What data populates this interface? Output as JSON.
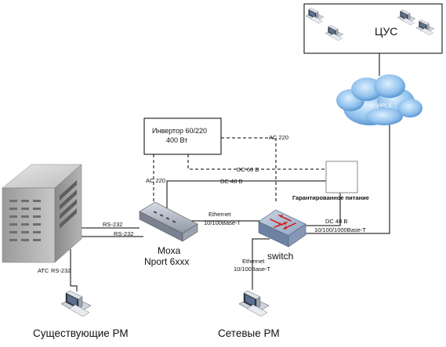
{
  "center": {
    "title": "ЦУС"
  },
  "cloud": {
    "label": "IP MPLS"
  },
  "inverter": {
    "line1": "Инвертор 60/220",
    "line2": "400 Вт"
  },
  "ups": {
    "label": "Гарантированное питание"
  },
  "links": {
    "ac220_top": "AC 220",
    "ac220_left": "AC 220",
    "dc60": "DC 60 В",
    "dc48_top": "DC 48 В",
    "dc48_switch": "DC 48 В",
    "rs232_a": "RS-232",
    "rs232_b": "RS-232",
    "rs232_c": "RS-232",
    "eth_moxa_l1": "Ethernet",
    "eth_moxa_l2": "10/100Base-T",
    "eth_pc_l1": "Ethernet",
    "eth_pc_l2": "10/100Base-T",
    "wan": "10/100/1000Base-T"
  },
  "ats": {
    "label": "АТС"
  },
  "moxa": {
    "line1": "Moxa",
    "line2": "Nport 6xxx"
  },
  "switch": {
    "label": "switch"
  },
  "existing_rm": {
    "label": "Существующие РМ"
  },
  "network_rm": {
    "label": "Сетевые РМ"
  }
}
